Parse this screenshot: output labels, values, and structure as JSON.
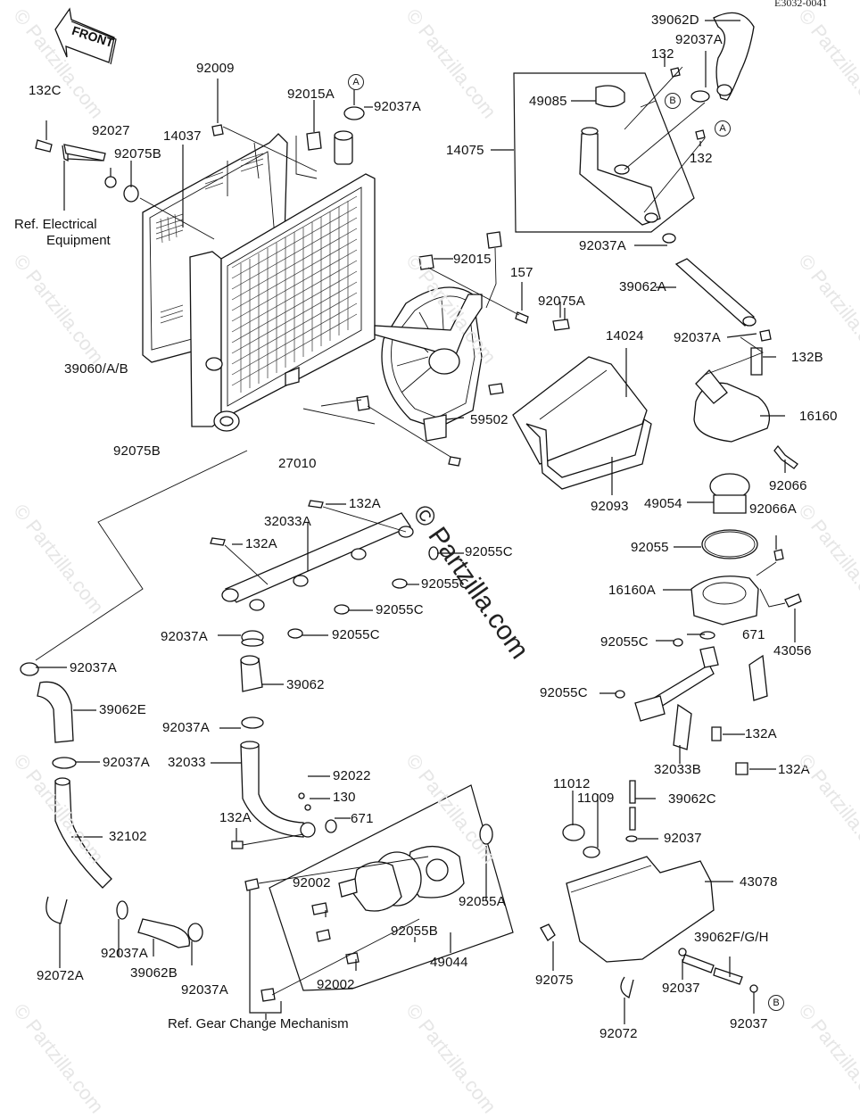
{
  "diagram": {
    "title_code": "E3032-0041",
    "front_arrow_label": "FRONT",
    "watermark": "© Partzilla.com",
    "ref_notes": {
      "electrical": [
        "Ref. Electrical",
        "Equipment"
      ],
      "gear_change": "Ref. Gear Change Mechanism"
    },
    "circle_markers": [
      "A",
      "B",
      "A",
      "B"
    ],
    "labels": {
      "l132C": "132C",
      "l92027": "92027",
      "l92075B_top": "92075B",
      "l14037": "14037",
      "l92009": "92009",
      "l92015A": "92015A",
      "l92037A_top": "92037A",
      "l39062D": "39062D",
      "l92037A_tr": "92037A",
      "l132_top": "132",
      "l49085": "49085",
      "l14075": "14075",
      "l132_mid": "132",
      "l92037A_mid": "92037A",
      "l92015": "92015",
      "l157": "157",
      "l39062A": "39062A",
      "l92075A": "92075A",
      "l14024": "14024",
      "l92037A_r": "92037A",
      "l132B": "132B",
      "l16160": "16160",
      "l39060": "39060/A/B",
      "l59502": "59502",
      "l92075B_bot": "92075B",
      "l27010": "27010",
      "l92093": "92093",
      "l92066": "92066",
      "l49054": "49054",
      "l92066A": "92066A",
      "l132A_1": "132A",
      "l32033A": "32033A",
      "l132A_2": "132A",
      "l92055C_1": "92055C",
      "l92055": "92055",
      "l92055C_2": "92055C",
      "l16160A": "16160A",
      "l92055C_3": "92055C",
      "l92037A_l1": "92037A",
      "l92055C_4": "92055C",
      "l43056": "43056",
      "l92055C_5": "92055C",
      "l671_r": "671",
      "l92037A_l2": "92037A",
      "l39062E": "39062E",
      "l39062": "39062",
      "l92055C_6": "92055C",
      "l92037A_l3": "92037A",
      "l132A_3": "132A",
      "l92037A_l4": "92037A",
      "l32033": "32033",
      "l32033B": "32033B",
      "l132A_4": "132A",
      "l92022": "92022",
      "l130": "130",
      "l11012": "11012",
      "l11009": "11009",
      "l39062C": "39062C",
      "l32102": "32102",
      "l132A_5": "132A",
      "l671_m": "671",
      "l92037_1": "92037",
      "l92002_1": "92002",
      "l92055A": "92055A",
      "l43078": "43078",
      "l92055B": "92055B",
      "l92072A": "92072A",
      "l92037A_b1": "92037A",
      "l39062B": "39062B",
      "l92037A_b2": "92037A",
      "l49044": "49044",
      "l92075": "92075",
      "l39062FGH": "39062F/G/H",
      "l92002_2": "92002",
      "l92037_2": "92037",
      "l92072": "92072",
      "l92037_3": "92037"
    }
  }
}
